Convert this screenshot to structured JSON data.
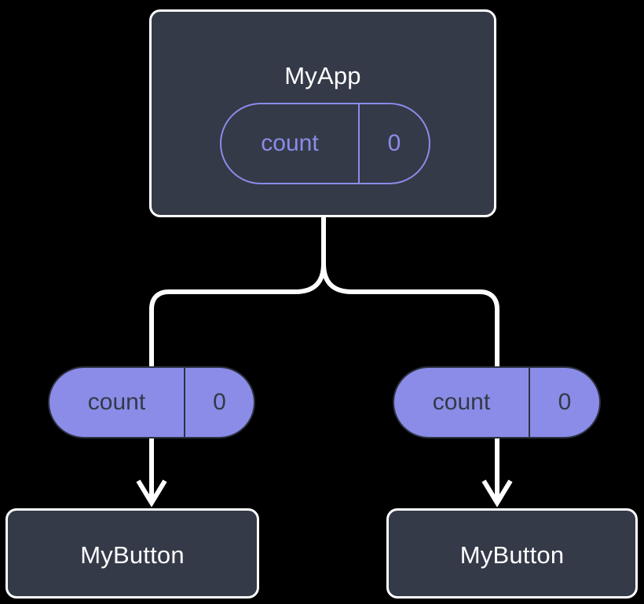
{
  "diagram": {
    "type": "component-state-propagation-tree",
    "background_color": "#000000",
    "colors": {
      "node_fill": "#343a48",
      "node_stroke": "#ffffff",
      "node_text": "#ffffff",
      "accent": "#8b8ce8",
      "pill_fill": "#8b8ce8",
      "pill_stroke": "#2c3140",
      "pill_text": "#333a47",
      "edge": "#ffffff"
    },
    "root": {
      "title": "MyApp",
      "state_pill": {
        "key": "count",
        "value": "0"
      }
    },
    "prop_pills": [
      {
        "key": "count",
        "value": "0"
      },
      {
        "key": "count",
        "value": "0"
      }
    ],
    "children": [
      {
        "title": "MyButton"
      },
      {
        "title": "MyButton"
      }
    ]
  }
}
